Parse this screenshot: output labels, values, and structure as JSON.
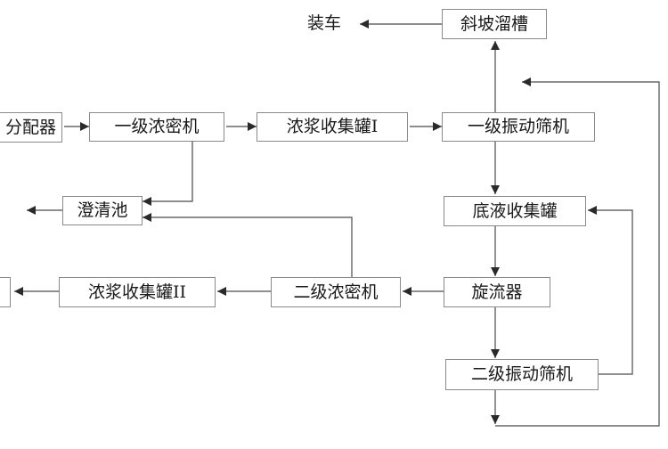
{
  "nodes": {
    "xiepo": "斜坡溜槽",
    "zhuangche": "装车",
    "fenpeiqi": "分配器",
    "yiji_nongmi": "一级浓密机",
    "nongjiang_1": "浓浆收集罐I",
    "yiji_zhendong": "一级振动筛机",
    "chengqing": "澄清池",
    "diye": "底液收集罐",
    "nongjiang_2": "浓浆收集罐II",
    "erji_nongmi": "二级浓密机",
    "xuanliu": "旋流器",
    "erji_zhendong": "二级振动筛机"
  },
  "colors": {
    "line": "#4a4a4a",
    "border": "#8a8a8a",
    "text": "#1a1a1a"
  }
}
